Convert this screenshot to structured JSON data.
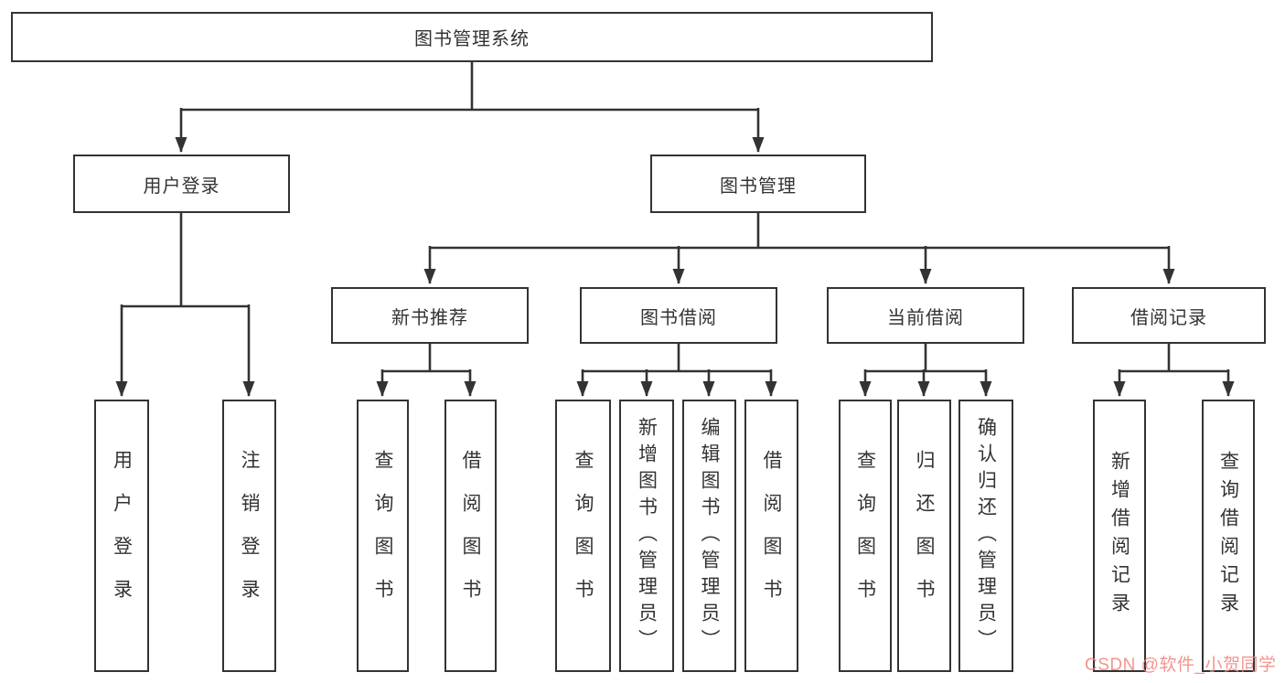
{
  "watermark": "CSDN @软件_小贺同学",
  "colors": {
    "line": "#333333",
    "box_border": "#333333",
    "box_fill": "#ffffff",
    "text": "#333333",
    "watermark": "#f2837c",
    "background": "#ffffff"
  },
  "tree": {
    "root": {
      "label": "图书管理系统"
    },
    "branches": [
      {
        "label": "用户登录",
        "children": [
          {
            "label": "用户登录"
          },
          {
            "label": "注销登录"
          }
        ]
      },
      {
        "label": "图书管理",
        "children": [
          {
            "label": "新书推荐",
            "children": [
              {
                "label": "查询图书"
              },
              {
                "label": "借阅图书"
              }
            ]
          },
          {
            "label": "图书借阅",
            "children": [
              {
                "label": "查询图书"
              },
              {
                "label": "新增图书（管理员）"
              },
              {
                "label": "编辑图书（管理员）"
              },
              {
                "label": "借阅图书"
              }
            ]
          },
          {
            "label": "当前借阅",
            "children": [
              {
                "label": "查询图书"
              },
              {
                "label": "归还图书"
              },
              {
                "label": "确认归还（管理员）"
              }
            ]
          },
          {
            "label": "借阅记录",
            "children": [
              {
                "label": "新增借阅记录"
              },
              {
                "label": "查询借阅记录"
              }
            ]
          }
        ]
      }
    ]
  }
}
